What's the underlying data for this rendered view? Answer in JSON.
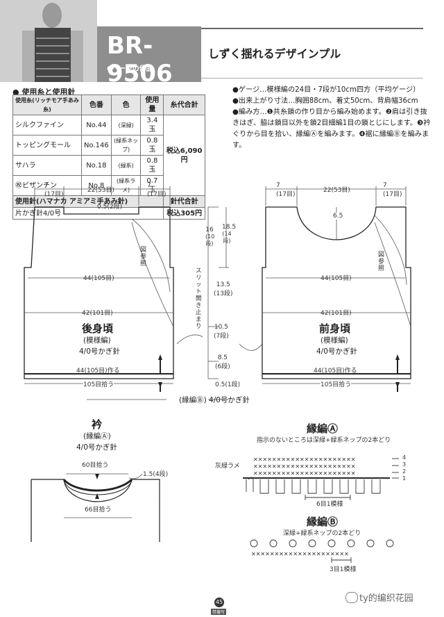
{
  "header": {
    "code": "BR-9506",
    "page_ref": "6ページの作品",
    "title": "しずく揺れるデザインプル"
  },
  "yarn": {
    "heading": "使用糸と使用針",
    "columns": [
      "使用糸(リッチモア手あみ糸)",
      "色番",
      "色",
      "使用量",
      "糸代合計"
    ],
    "rows": [
      {
        "name": "シルクファイン",
        "no": "No.44",
        "color": "(深緑)",
        "qty": "3.4玉"
      },
      {
        "name": "トッピングモール",
        "no": "No.146",
        "color": "(緑系ネップ)",
        "qty": "0.8玉"
      },
      {
        "name": "サハラ",
        "no": "No.18",
        "color": "(緑系)",
        "qty": "0.8玉"
      },
      {
        "name": "㊗ビザンチン",
        "no": "No.8",
        "color": "(緑系ラメ)",
        "qty": "0.7玉"
      }
    ],
    "yarn_total": "税込6,090円",
    "needle_header": "使用針(ハマナカ アミアミ手あみ針)",
    "needle_total_header": "針代合計",
    "needle": "片かぎ針4/0号",
    "needle_total": "税込305円"
  },
  "notes": [
    "●ゲージ…模様編の24目・7段が10cm四方（平均ゲージ）",
    "●出来上がり寸法…胸囲88cm、着丈50cm、背肩幅36cm",
    "●編み方…❶共糸鎖の作り目から編み始めます。❷肩は引き抜きはぎ、脇は鎖目以外を鎖2目細編1目の鎖とじにします。❸衿ぐりから目を拾い、縁編Ⓐを編みます。❹裾に縁編Ⓑを編みます。"
  ],
  "back": {
    "label": "後身頃",
    "stitch": "(模様編)",
    "hook": "4/0号かぎ針",
    "top_left": "7",
    "top_left_sub": "(17目)",
    "top_mid": "22",
    "top_mid_sub": "(53目)",
    "top_right": "7",
    "top_right_sub": "(17目)",
    "neck_drop": "0.5",
    "neck_drop_sub": "(2段)",
    "ref": "図参照",
    "chest": "44",
    "chest_sub": "(105目)",
    "waist": "42",
    "waist_sub": "(101目)",
    "cast_on": "44",
    "cast_on_sub": "(105目)作る",
    "pick_up": "105目拾う"
  },
  "front": {
    "label": "前身頃",
    "stitch": "(模様編)",
    "hook": "4/0号かぎ針",
    "top_left": "7",
    "top_left_sub": "(17目)",
    "top_mid": "22",
    "top_mid_sub": "(53目)",
    "top_right": "7",
    "top_right_sub": "(17目)",
    "neck_depth": "6.5",
    "ref": "図参照",
    "chest": "44",
    "chest_sub": "(105目)",
    "waist": "42",
    "waist_sub": "(101目)",
    "cast_on": "44",
    "cast_on_sub": "(105目)作る",
    "pick_up": "105目拾う"
  },
  "center": {
    "d1": "16",
    "d1_sub": "(10段)",
    "d2": "18.5",
    "d2_sub": "(14段)",
    "d3": "13.5",
    "d3_sub": "(13段)",
    "d4": "10.5",
    "d4_sub": "(7段)",
    "d5": "8.5",
    "d5_sub": "(6段)",
    "d6": "0.5",
    "d6_sub": "(1段)",
    "slit": "スリット開き止まり",
    "border_b": "(縁編Ⓑ) 4/0号かぎ針"
  },
  "collar": {
    "label": "衿",
    "stitch": "(縁編Ⓐ)",
    "hook": "4/0号かぎ針",
    "pick_top": "60目拾う",
    "pick_bottom": "66目拾う",
    "depth": "1.5",
    "depth_sub": "(4段)"
  },
  "border_a": {
    "label": "縁編Ⓐ",
    "note": "指示のないところは深緑+緑系ネップの2本どり",
    "side": "灰緑ラメ",
    "rows": [
      "4",
      "3",
      "2",
      "1"
    ],
    "repeat": "6目1模様"
  },
  "border_b": {
    "label": "縁編Ⓑ",
    "note": "深緑+緑系ネップの2本どり",
    "repeat": "3目1模様"
  },
  "footer": {
    "page": "45",
    "page_sub": "禁複写",
    "watermark": "ty的编织花园"
  }
}
